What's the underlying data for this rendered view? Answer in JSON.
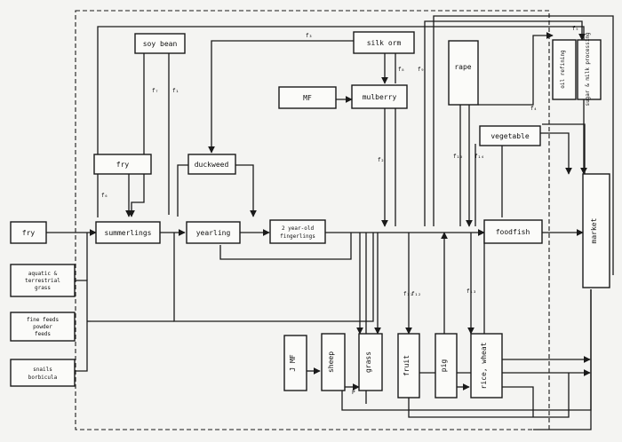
{
  "diagram": {
    "nodes": {
      "fry_input": "fry",
      "fry_pond": "fry",
      "soy_bean": "soy bean",
      "summerlings": "summerlings",
      "duckweed": "duckweed",
      "yearling": "yearling",
      "fingerlings_line1": "2 year-old",
      "fingerlings_line2": "fingerlings",
      "silkworm": "silk orm",
      "mulberry": "mulberry",
      "mf": "MF",
      "rape": "rape",
      "oil_refining": "oil refining",
      "sugar_milk": "sugar & milk processing",
      "vegetable": "vegetable",
      "foodfish": "foodfish",
      "market": "market",
      "terrestrial_line1": "aquatic &",
      "terrestrial_line2": "terrestrial",
      "terrestrial_line3": "grass",
      "fine_feeds_line1": "fine feeds",
      "fine_feeds_line2": "powder",
      "fine_feeds_line3": "feeds",
      "snails_line1": "snails",
      "snails_line2": "borbicula",
      "mf_bottom": "J MF",
      "sheep": "sheep",
      "grass": "grass",
      "fruit": "fruit",
      "pig": "pig",
      "rice_wheat": "rice, wheat"
    },
    "flow_labels": {
      "f1": "f₁",
      "f2": "f₂",
      "f3": "f₃",
      "f4": "f₄",
      "f5": "f₅",
      "f6": "f₆",
      "f7": "f₇",
      "f8": "f₈",
      "f9": "f₉",
      "f10": "f₁₀",
      "f11": "f₁₁",
      "f12": "f₁₂",
      "f13": "f₁₃",
      "f14": "f₁₄",
      "p": "P"
    }
  }
}
